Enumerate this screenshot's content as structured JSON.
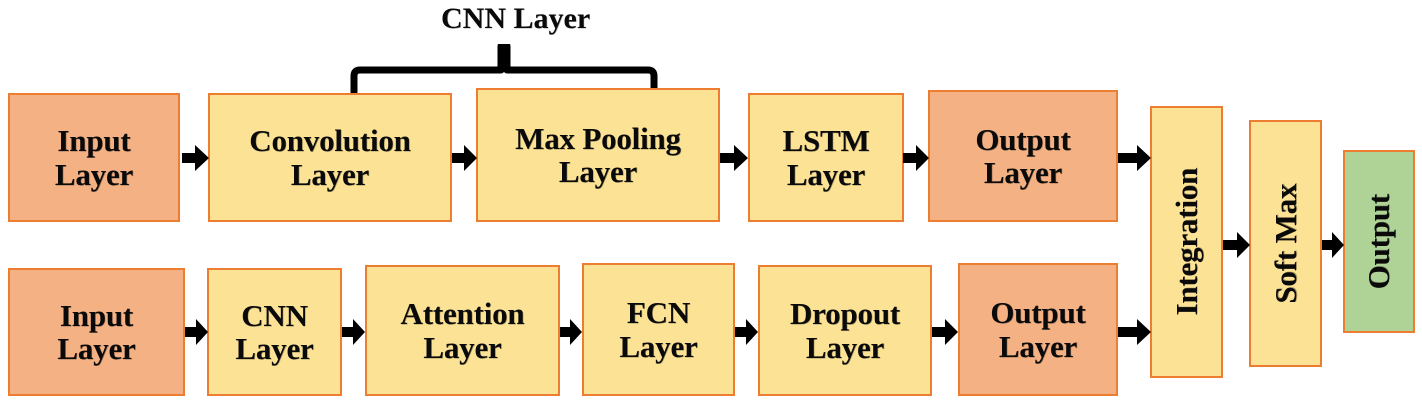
{
  "diagram": {
    "title": "CNN Layer",
    "colors": {
      "yellow": "#FCE294",
      "salmon": "#F4B183",
      "green": "#AFD396",
      "border": "#ED7D31",
      "arrow": "#000000",
      "bracket": "#000000",
      "background": "#FFFFFF"
    },
    "caption": {
      "label": "CNN Layer"
    },
    "top_row": {
      "blocks": [
        {
          "id": "top-input-layer",
          "label": "Input\nLayer",
          "color": "salmon"
        },
        {
          "id": "top-convolution-layer",
          "label": "Convolution\nLayer",
          "color": "yellow"
        },
        {
          "id": "top-max-pooling-layer",
          "label": "Max Pooling\nLayer",
          "color": "yellow"
        },
        {
          "id": "top-lstm-layer",
          "label": "LSTM\nLayer",
          "color": "yellow"
        },
        {
          "id": "top-output-layer",
          "label": "Output\nLayer",
          "color": "orange"
        }
      ]
    },
    "bottom_row": {
      "blocks": [
        {
          "id": "bottom-input-layer",
          "label": "Input\nLayer",
          "color": "salmon"
        },
        {
          "id": "bottom-cnn-layer",
          "label": "CNN\nLayer",
          "color": "yellow"
        },
        {
          "id": "bottom-attention-layer",
          "label": "Attention\nLayer",
          "color": "yellow"
        },
        {
          "id": "bottom-fcn-layer",
          "label": "FCN\nLayer",
          "color": "yellow"
        },
        {
          "id": "bottom-dropout-layer",
          "label": "Dropout\nLayer",
          "color": "yellow"
        },
        {
          "id": "bottom-output-layer",
          "label": "Output\nLayer",
          "color": "orange"
        }
      ]
    },
    "merge_column": {
      "blocks": [
        {
          "id": "integration-block",
          "label": "Integration",
          "color": "yellow"
        },
        {
          "id": "soft-max-block",
          "label": "Soft Max",
          "color": "yellow"
        },
        {
          "id": "output-block",
          "label": "Output",
          "color": "green"
        }
      ]
    }
  }
}
